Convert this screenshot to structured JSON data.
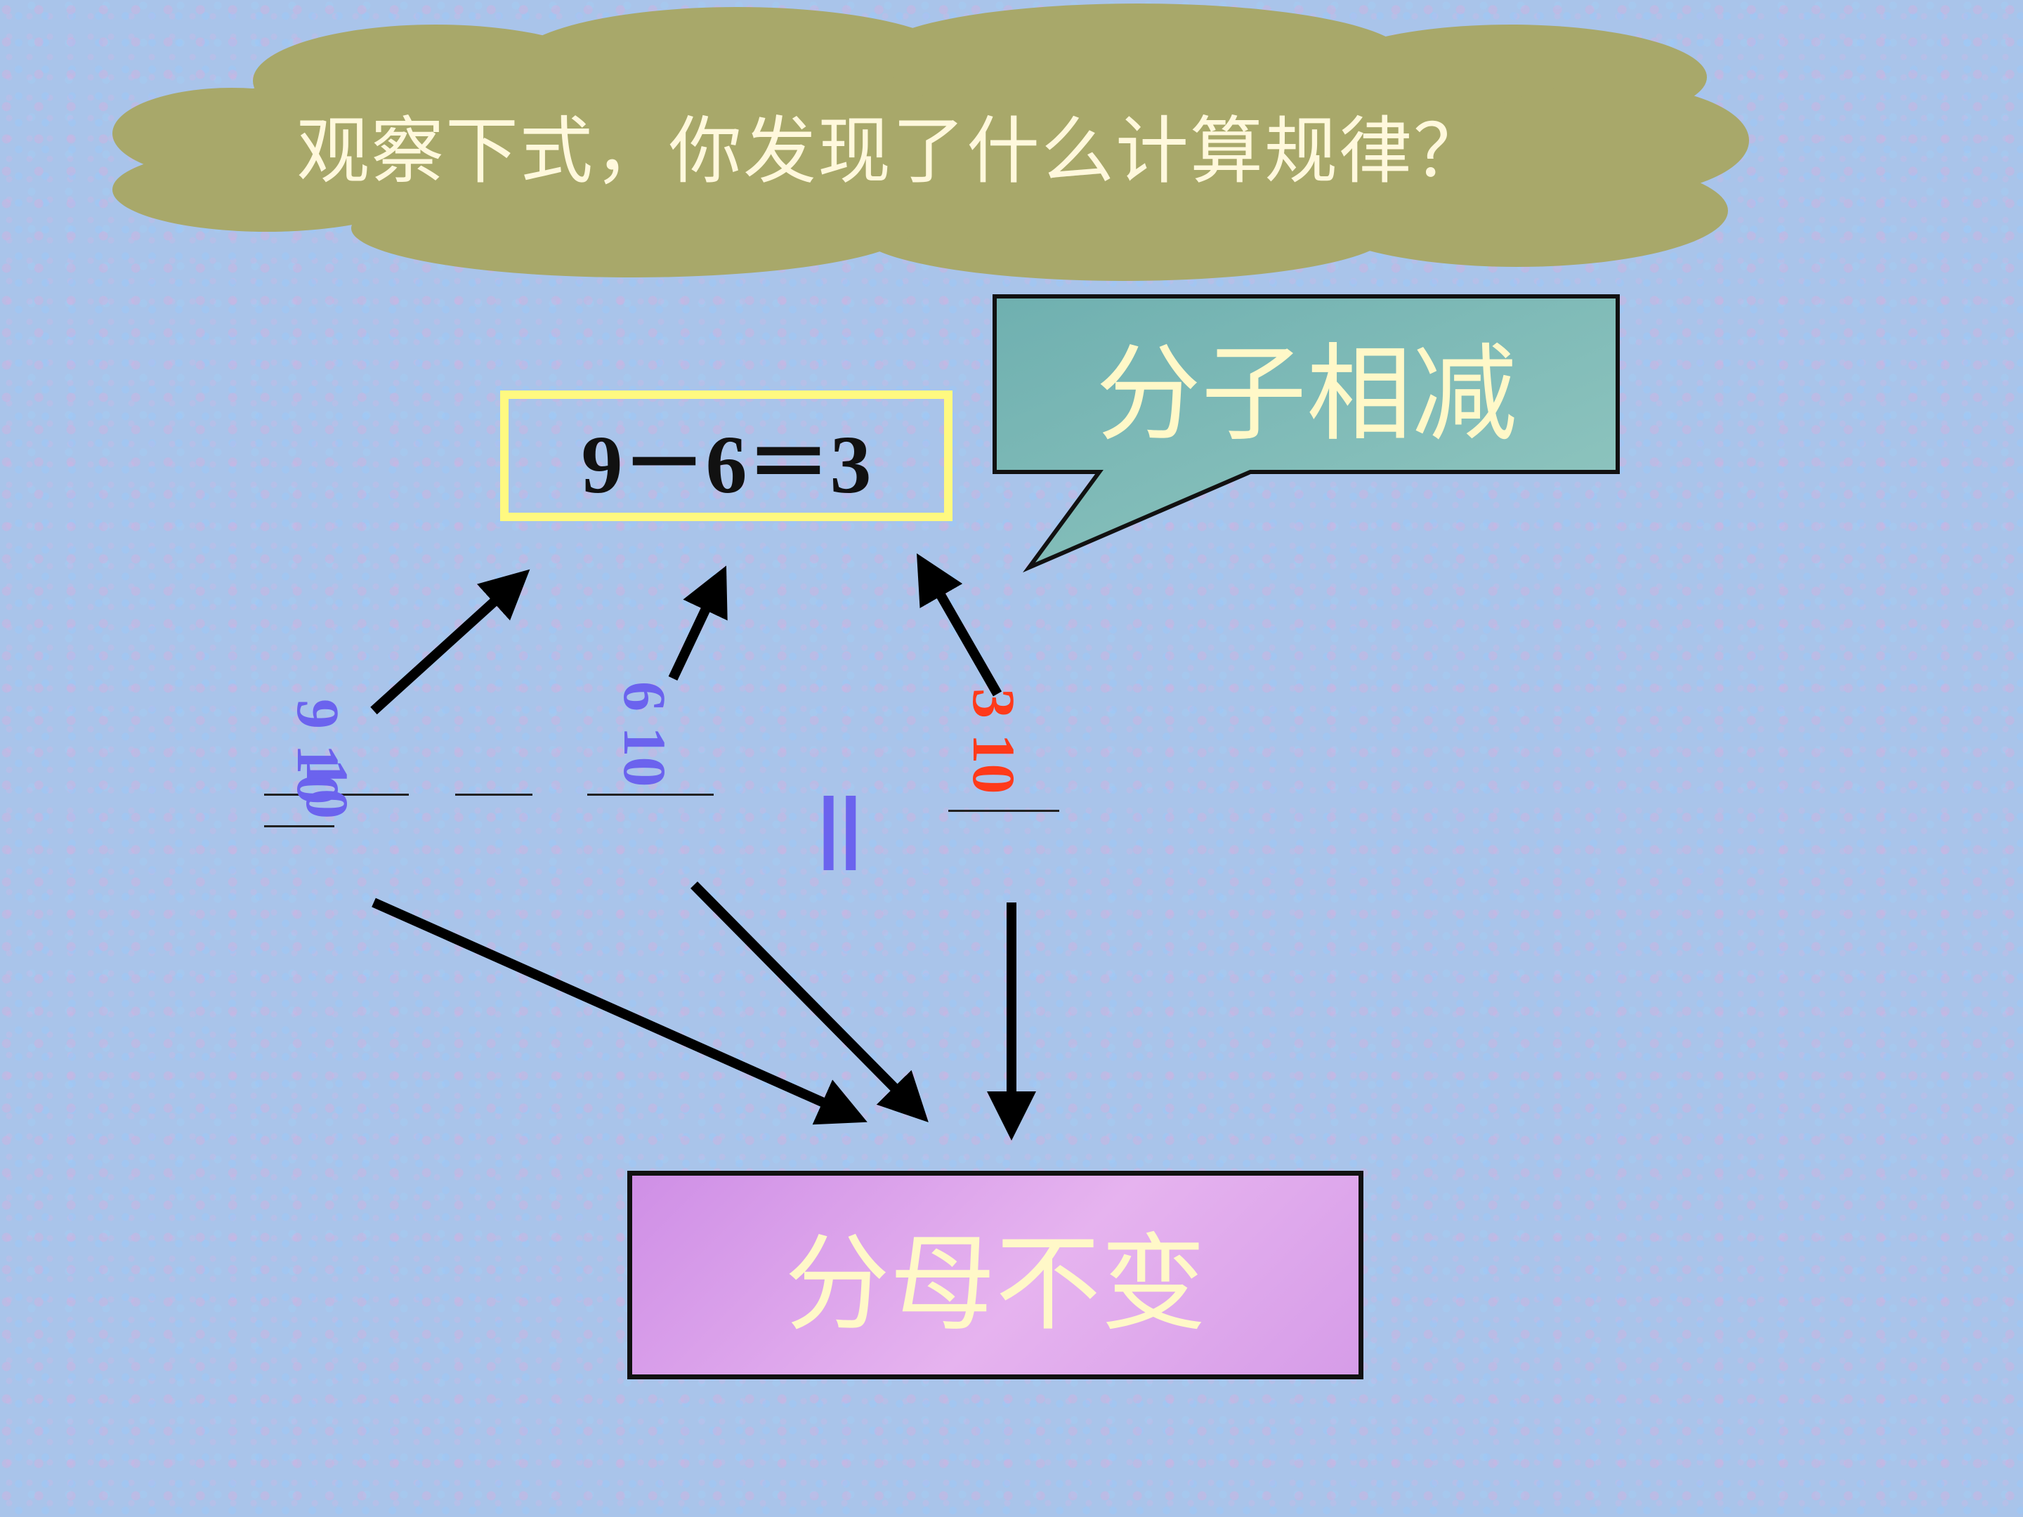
{
  "title": "观察下式，你发现了什么计算规律？",
  "equation": "9－6＝3",
  "callout": "分子相减",
  "bottom_box": "分母不变",
  "fractions": [
    {
      "numerator": "9",
      "denominator": "10",
      "color": "#6b63ee"
    },
    {
      "numerator": "6",
      "denominator": "10",
      "color": "#6b63ee"
    },
    {
      "numerator": "3",
      "denominator": "10",
      "color": "#ff3a1a"
    }
  ],
  "equals_sign": "＝",
  "colors": {
    "background": "#a9c4ea",
    "cloud": "#a8a86a",
    "equation_border": "#fff980",
    "callout_fill": "#7fb8b5",
    "bottom_box_fill": "#d69ce8",
    "text_light": "#fff8c8",
    "fraction_blue": "#6b63ee",
    "fraction_red": "#ff3a1a"
  }
}
